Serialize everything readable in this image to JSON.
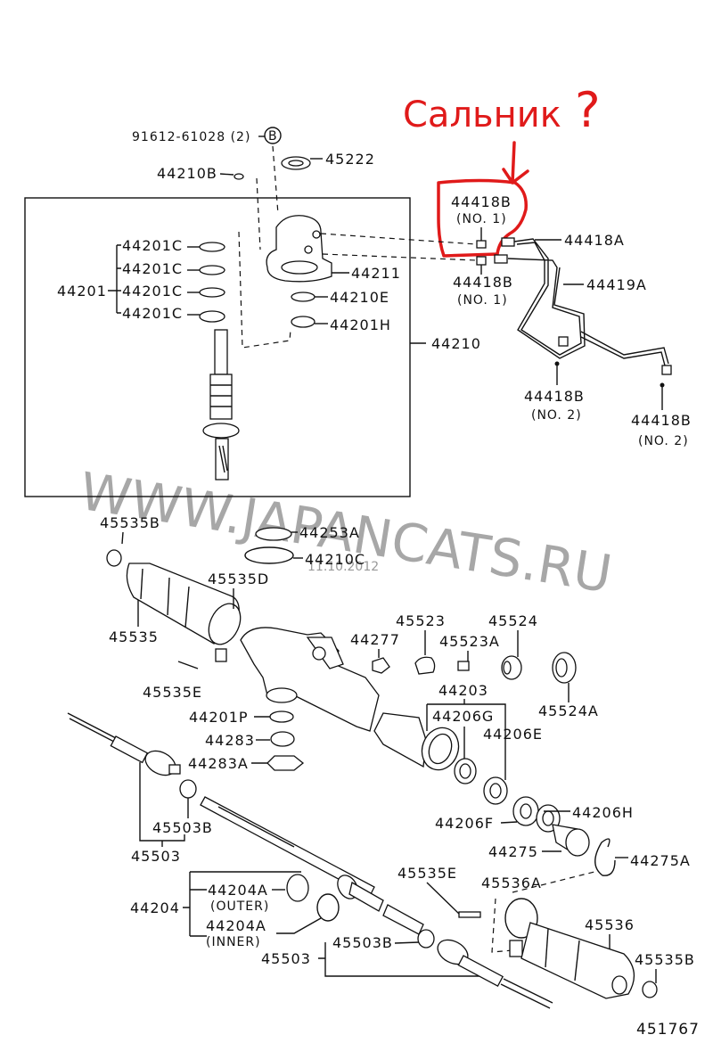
{
  "diagram": {
    "title_ref": "451767",
    "annotation": {
      "text": "Сальник",
      "mark": "?",
      "color": "#e01a1a"
    },
    "watermark": {
      "text": "WWW.JAPANCATS.RU",
      "date": "11.10.2012"
    },
    "callout_b": "B",
    "labels": {
      "bolt": "91612-61028 (2)",
      "p45222": "45222",
      "p44210B": "44210B",
      "p44418B_no1_top": "44418B",
      "no1_top": "(NO. 1)",
      "p44418A": "44418A",
      "p44201C_1": "44201C",
      "p44201C_2": "44201C",
      "p44201C_3": "44201C",
      "p44201C_4": "44201C",
      "p44201": "44201",
      "p44211": "44211",
      "p44210E": "44210E",
      "p44201H": "44201H",
      "p44418B_no1_bot": "44418B",
      "no1_bot": "(NO. 1)",
      "p44419A": "44419A",
      "p44210": "44210",
      "p44418B_no2_a": "44418B",
      "no2_a": "(NO. 2)",
      "p44418B_no2_b": "44418B",
      "no2_b": "(NO. 2)",
      "p45535B_top": "45535B",
      "p44253A": "44253A",
      "p44210C": "44210C",
      "p45535D": "45535D",
      "p45535": "45535",
      "p45523": "45523",
      "p45524": "45524",
      "p44277": "44277",
      "p45523A": "45523A",
      "p45535E_left": "45535E",
      "p44203": "44203",
      "p44206G": "44206G",
      "p44206E": "44206E",
      "p45524A": "45524A",
      "p44201P": "44201P",
      "p44283": "44283",
      "p44283A": "44283A",
      "p45503B_left": "45503B",
      "p45503_left": "45503",
      "p44206F": "44206F",
      "p44206H": "44206H",
      "p44275": "44275",
      "p44275A": "44275A",
      "p45535E_right": "45535E",
      "p45536A": "45536A",
      "p44204": "44204",
      "p44204A_outer": "44204A",
      "outer": "(OUTER)",
      "p44204A_inner": "44204A",
      "inner": "(INNER)",
      "p45536": "45536",
      "p45503_right": "45503",
      "p45503B_right": "45503B",
      "p45535B_right": "45535B"
    }
  }
}
